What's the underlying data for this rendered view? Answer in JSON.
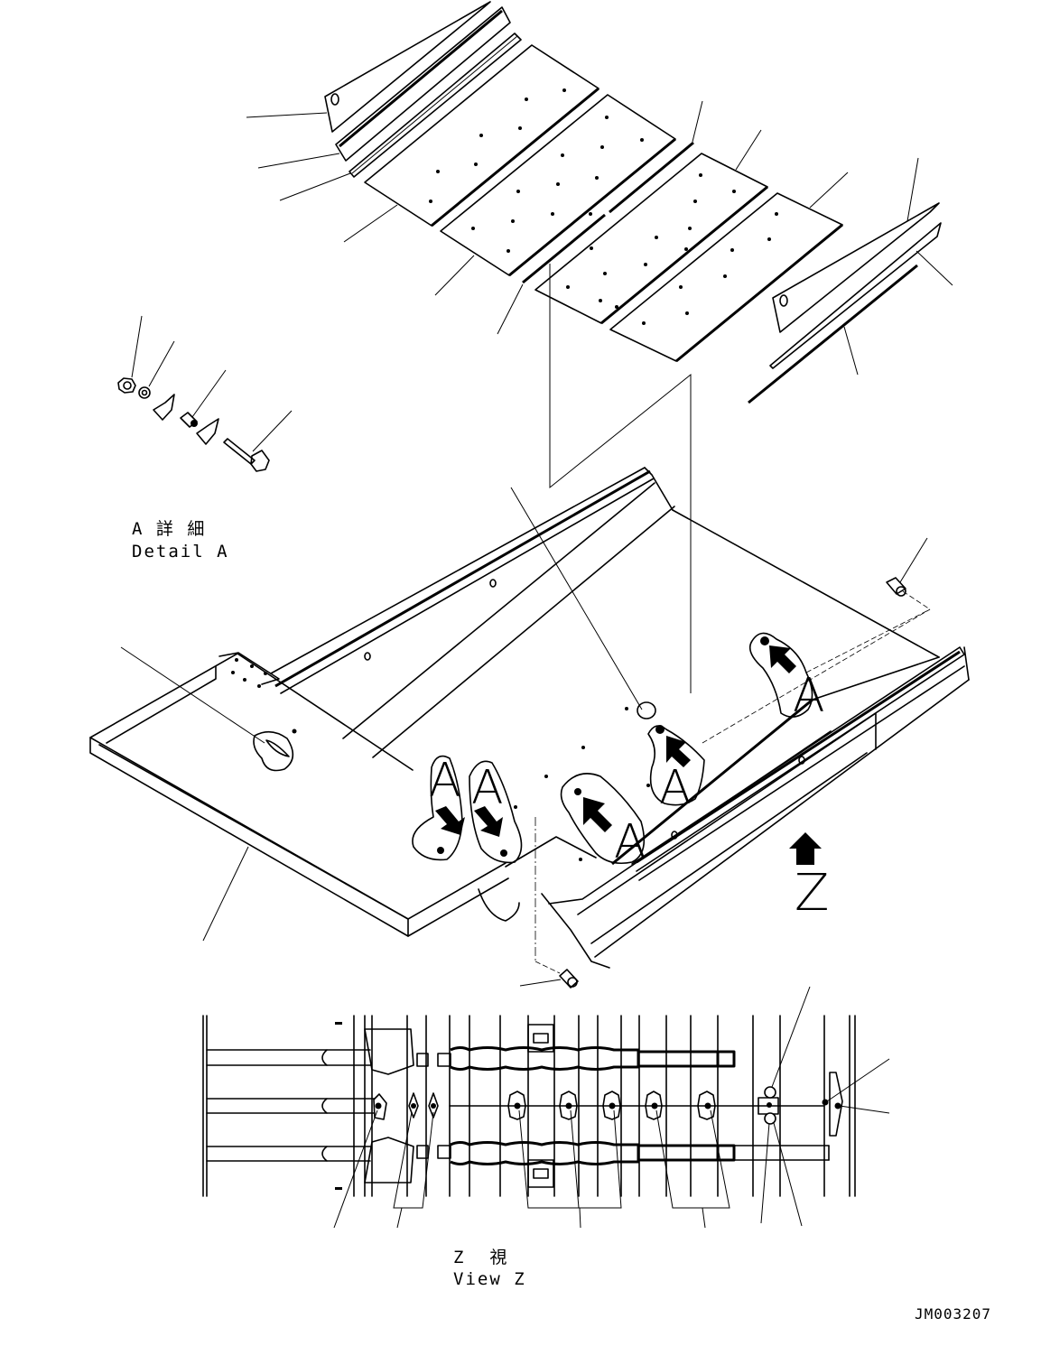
{
  "drawing": {
    "type": "exploded parts diagram",
    "drawing_number": "JM003207",
    "detail_label": {
      "jp": "A 詳 細",
      "en": "Detail A"
    },
    "view_label": {
      "jp": "Z  視",
      "en": "View Z"
    },
    "view_arrow_letter": "Z",
    "callout_letter": "A",
    "callout_count": 6,
    "colors": {
      "line": "#000000",
      "background": "#ffffff"
    }
  }
}
